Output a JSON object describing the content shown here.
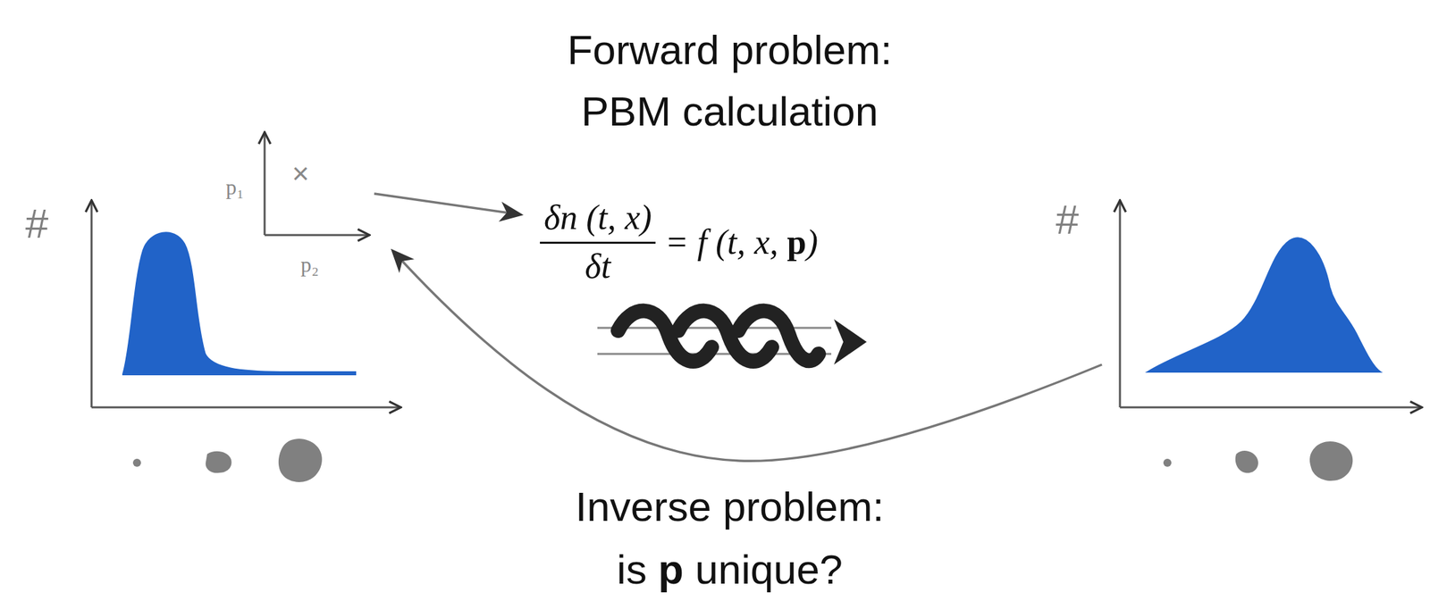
{
  "diagram": {
    "labels": [
      "Forward problem: PBM calculation",
      "#",
      "p₁",
      "×",
      "p₂",
      "δn (t, x)",
      "δt",
      "= f (t, x, p)",
      "#",
      "Inverse problem: is p unique?"
    ]
  }
}
